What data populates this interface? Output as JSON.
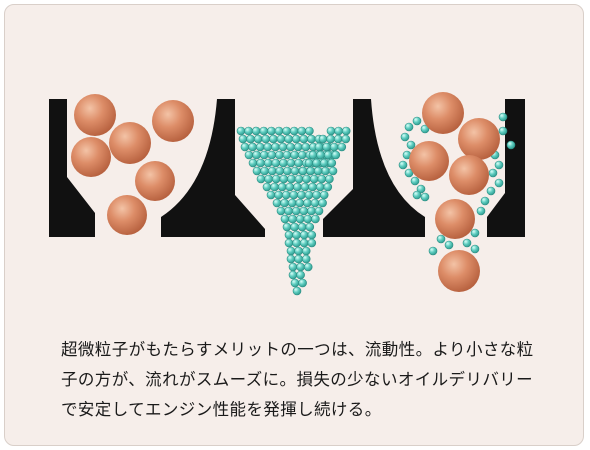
{
  "caption": {
    "lines": [
      "超微粒子がもたらすメリットの一つは、流動性。より小さな粒",
      "子の方が、流れがスムーズに。損失の少ないオイルデリバリー",
      "で安定してエンジン性能を発揮し続ける。"
    ]
  },
  "colors": {
    "background": "#f6eeea",
    "funnel": "#111111",
    "large_particle": "#d98a68",
    "small_particle": "#5fcdc0",
    "text": "#1a1a1a"
  }
}
